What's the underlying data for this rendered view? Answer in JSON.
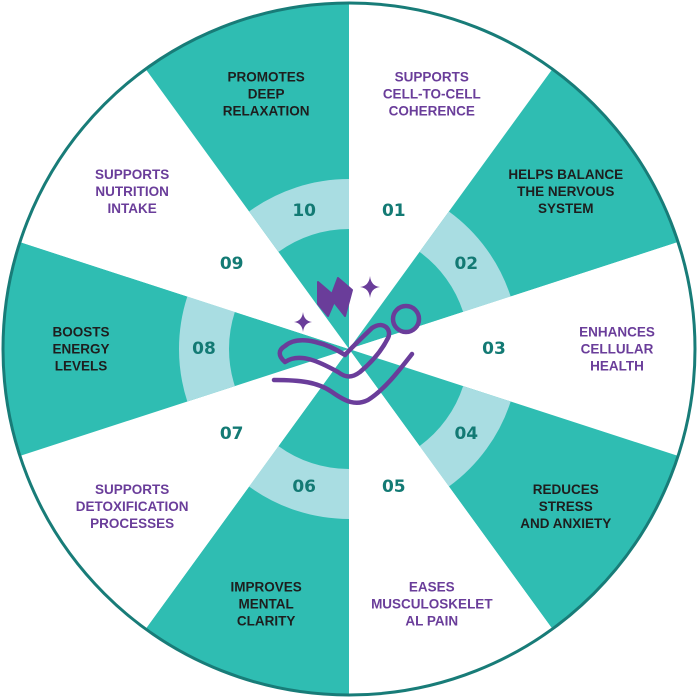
{
  "colors": {
    "teal": "#2fbdb2",
    "light_teal": "#a9dde2",
    "number": "#137a74",
    "border": "#187c78",
    "purple": "#6a3d9a",
    "dark_text": "#1e1e1e",
    "white": "#ffffff"
  },
  "center_icon": "relaxation-chair-icon",
  "segments": [
    {
      "number": "01",
      "label": [
        "SUPPORTS",
        "CELL-TO-CELL",
        "COHERENCE"
      ],
      "fill": "white"
    },
    {
      "number": "02",
      "label": [
        "HELPS BALANCE",
        "THE NERVOUS",
        "SYSTEM"
      ],
      "fill": "teal"
    },
    {
      "number": "03",
      "label": [
        "ENHANCES",
        "CELLULAR",
        "HEALTH"
      ],
      "fill": "white"
    },
    {
      "number": "04",
      "label": [
        "REDUCES",
        "STRESS",
        "AND ANXIETY"
      ],
      "fill": "teal"
    },
    {
      "number": "05",
      "label": [
        "EASES",
        "MUSCULOSKELET",
        "AL PAIN"
      ],
      "fill": "white"
    },
    {
      "number": "06",
      "label": [
        "IMPROVES",
        "MENTAL",
        "CLARITY"
      ],
      "fill": "teal"
    },
    {
      "number": "07",
      "label": [
        "SUPPORTS",
        "DETOXIFICATION",
        "PROCESSES"
      ],
      "fill": "white"
    },
    {
      "number": "08",
      "label": [
        "BOOSTS",
        "ENERGY",
        "LEVELS"
      ],
      "fill": "teal"
    },
    {
      "number": "09",
      "label": [
        "SUPPORTS",
        "NUTRITION",
        "INTAKE"
      ],
      "fill": "white"
    },
    {
      "number": "10",
      "label": [
        "PROMOTES",
        "DEEP",
        "RELAXATION"
      ],
      "fill": "teal"
    }
  ]
}
